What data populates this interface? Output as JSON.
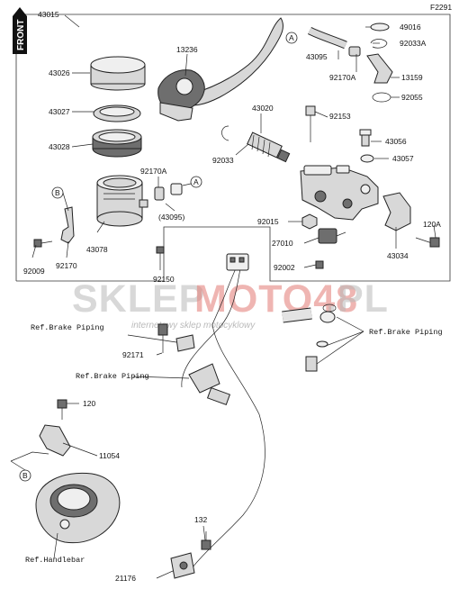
{
  "diagram_code": "F2291",
  "front_badge": "FRONT",
  "watermark": {
    "brand_a": "SKLEP",
    "brand_b": "MOTO48",
    "brand_c": ".PL",
    "tagline": "internetowy sklep motocyklowy"
  },
  "callouts": {
    "a": "A",
    "b": "B"
  },
  "parts": {
    "p43015": "43015",
    "p13236": "13236",
    "p43026": "43026",
    "p43027": "43027",
    "p43028": "43028",
    "p43020": "43020",
    "p92153": "92153",
    "p92033_l": "92033",
    "p92033a": "92033A",
    "p49016": "49016",
    "p43095_top": "43095",
    "p92170a_top": "92170A",
    "p13159": "13159",
    "p92055": "92055",
    "p43056": "43056",
    "p43057": "43057",
    "p92170a_mid": "92170A",
    "p43095_mid": "(43095)",
    "p43078": "43078",
    "p92170": "92170",
    "p92009": "92009",
    "p92150": "92150",
    "p92015": "92015",
    "p27010": "27010",
    "p92002": "92002",
    "p43034": "43034",
    "p120a": "120A",
    "p92171": "92171",
    "p120": "120",
    "p11054": "11054",
    "p132": "132",
    "p21176": "21176"
  },
  "refs": {
    "brake_piping_1": "Ref.Brake Piping",
    "brake_piping_2": "Ref.Brake Piping",
    "brake_piping_3": "Ref.Brake Piping",
    "handlebar": "Ref.Handlebar"
  }
}
